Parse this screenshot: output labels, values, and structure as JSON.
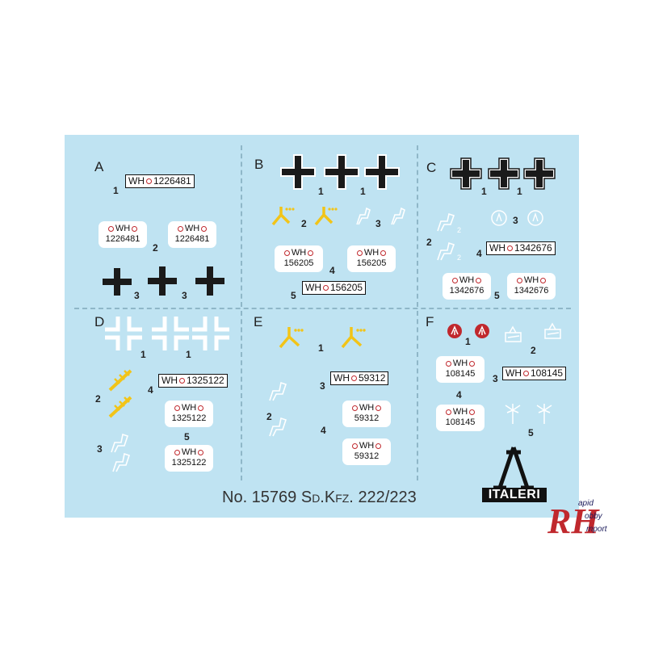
{
  "sections": {
    "A": {
      "letter": "A",
      "plate_long": "1226481",
      "tag1_wh": "WH",
      "tag1_num": "1226481",
      "tag2_wh": "WH",
      "tag2_num": "1226481",
      "n1": "1",
      "n2": "2",
      "n3a": "3",
      "n3b": "3"
    },
    "B": {
      "letter": "B",
      "n1a": "1",
      "n1b": "1",
      "n2": "2",
      "n3": "3",
      "n4": "4",
      "n5": "5",
      "tag1_wh": "WH",
      "tag1_num": "156205",
      "tag2_wh": "WH",
      "tag2_num": "156205",
      "plate_long": "156205"
    },
    "C": {
      "letter": "C",
      "n1a": "1",
      "n1b": "1",
      "n2": "2",
      "n3": "3",
      "n4": "4",
      "n5": "5",
      "plate_long": "1342676",
      "tag1_wh": "WH",
      "tag1_num": "1342676",
      "tag2_wh": "WH",
      "tag2_num": "1342676",
      "sub2a": "2",
      "sub2b": "2"
    },
    "D": {
      "letter": "D",
      "n1a": "1",
      "n1b": "1",
      "n2": "2",
      "n3": "3",
      "n4": "4",
      "n5": "5",
      "plate_long": "1325122",
      "tag1_wh": "WH",
      "tag1_num": "1325122",
      "tag2_wh": "WH",
      "tag2_num": "1325122"
    },
    "E": {
      "letter": "E",
      "n1": "1",
      "n2": "2",
      "n3": "3",
      "n4": "4",
      "plate_long": "59312",
      "tag1_wh": "WH",
      "tag1_num": "59312",
      "tag2_wh": "WH",
      "tag2_num": "59312"
    },
    "F": {
      "letter": "F",
      "n1": "1",
      "n2": "2",
      "n3": "3",
      "n4": "4",
      "n5": "5",
      "plate_long": "108145",
      "tag1_wh": "WH",
      "tag1_num": "108145",
      "tag2_wh": "WH",
      "tag2_num": "108145"
    }
  },
  "plate_prefix": "WH",
  "footer": {
    "no": "No. 15769",
    "kit": "Sd.Kfz.",
    "model": "222/223"
  },
  "brand": "ITALERI",
  "dealer_logo": {
    "big": "RH",
    "line1": "apid",
    "line2": "obby",
    "line3": "mport"
  },
  "colors": {
    "sheet": "#bfe3f2",
    "cross": "#1a1a1a",
    "yellow": "#f2c418",
    "red": "#c0282d"
  }
}
